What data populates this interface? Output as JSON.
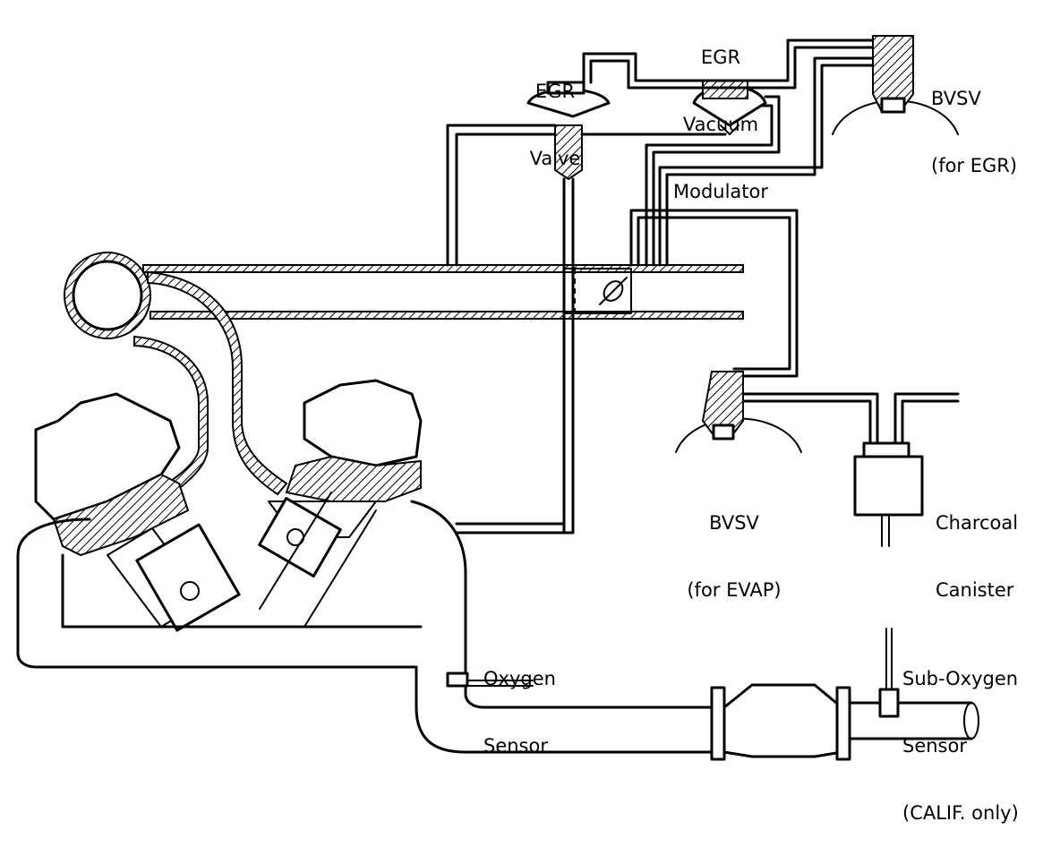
{
  "labels": {
    "egr_valve": [
      "EGR",
      "Valve"
    ],
    "egr_vacuum_modulator": [
      "EGR",
      "Vacuum",
      "Modulator"
    ],
    "bvsv_egr": [
      "BVSV",
      "(for EGR)"
    ],
    "bvsv_evap": [
      "BVSV",
      "(for EVAP)"
    ],
    "charcoal_canister": [
      "Charcoal",
      "Canister"
    ],
    "oxygen_sensor": [
      "Oxygen",
      "Sensor"
    ],
    "sub_oxygen_sensor": [
      "Sub-Oxygen",
      "Sensor",
      "(CALIF. only)"
    ]
  }
}
